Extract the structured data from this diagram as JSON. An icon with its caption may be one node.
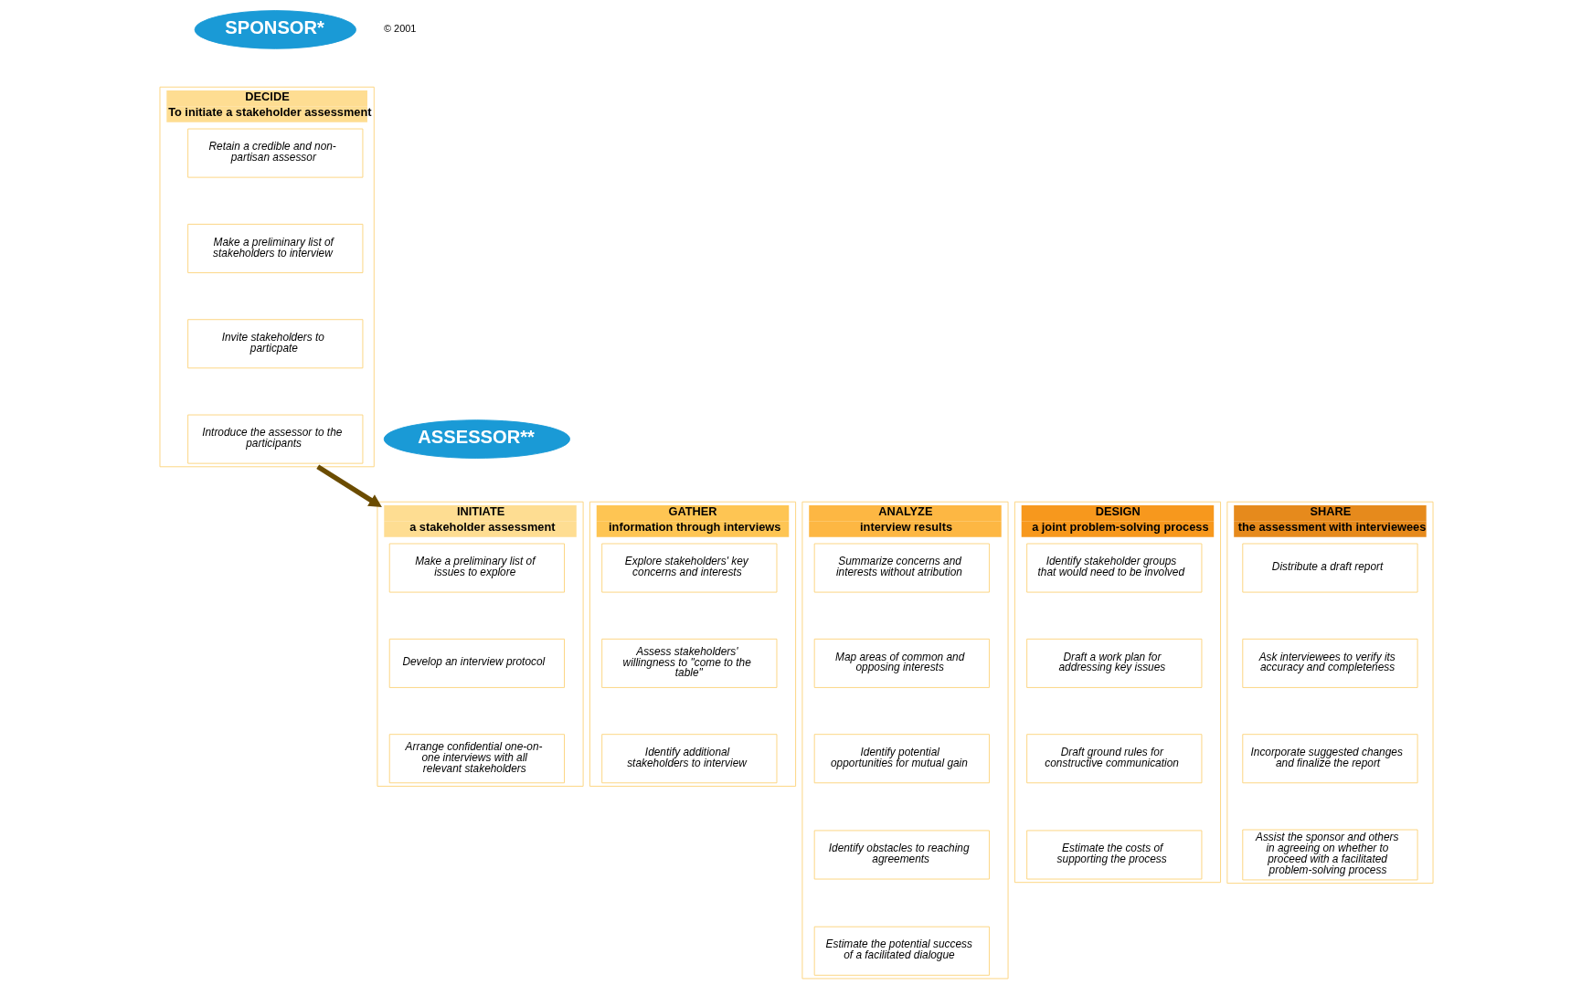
{
  "diagram": {
    "nodes": [
      {
        "text": [
          "SPONSOR*"
        ]
      },
      {
        "text": [
          "DECIDE",
          "To initiate a stakeholder assessment"
        ]
      },
      {
        "text": [
          "Retain a credible and non-partisan assessor"
        ],
        "in": 1
      },
      {
        "text": [
          "Make a preliminary list of stakeholders to interview"
        ],
        "in": 1
      },
      {
        "text": [
          "Invite stakeholders to particpate"
        ],
        "in": 1
      },
      {
        "text": [
          "Introduce the assessor to the participants"
        ],
        "in": 1
      },
      {
        "text": [
          "ASSESSOR**"
        ]
      },
      {
        "text": [
          "INITIATE",
          "a stakeholder assessment"
        ]
      },
      {
        "text": [
          "Make a preliminary list of issues to explore"
        ],
        "in": 7
      },
      {
        "text": [
          "Develop an interview protocol"
        ],
        "in": 7
      },
      {
        "text": [
          "Arrange confidential one-on-one interviews with all relevant stakeholders"
        ],
        "in": 7
      },
      {
        "text": [
          "GATHER",
          "information through interviews"
        ]
      },
      {
        "text": [
          "Explore stakeholders' key concerns and interests"
        ],
        "in": 11
      },
      {
        "text": [
          "Assess stakeholders' willingness to \"come to the table\""
        ],
        "in": 11
      },
      {
        "text": [
          "Identify additional stakeholders to interview"
        ],
        "in": 11
      },
      {
        "text": [
          "ANALYZE",
          "interview results"
        ]
      },
      {
        "text": [
          "Summarize concerns and interests without atribution"
        ],
        "in": 15
      },
      {
        "text": [
          "Map areas of common and opposing interests"
        ],
        "in": 15
      },
      {
        "text": [
          "Identify potential opportunities for mutual gain"
        ],
        "in": 15
      },
      {
        "text": [
          "Identify obstacles to reaching agreements"
        ],
        "in": 15
      },
      {
        "text": [
          "Estimate the potential success of a facilitated dialogue"
        ],
        "in": 15
      },
      {
        "text": [
          "DESIGN",
          "a joint problem-solving process"
        ]
      },
      {
        "text": [
          "Identify stakeholder groups that would need to be involved"
        ],
        "in": 21
      },
      {
        "text": [
          "Draft a work plan for addressing key issues"
        ],
        "in": 21
      },
      {
        "text": [
          "Draft ground rules for constructive communication"
        ],
        "in": 21
      },
      {
        "text": [
          "Estimate the costs of supporting the process"
        ],
        "in": 21
      },
      {
        "text": [
          "SHARE",
          "the assessment with interviewees"
        ]
      },
      {
        "text": [
          "Distribute a draft report"
        ],
        "in": 26
      },
      {
        "text": [
          "Ask interviewees to verify its accuracy and completeness"
        ],
        "in": 26
      },
      {
        "text": [
          "Incorporate suggested changes and finalize the report"
        ],
        "in": 26
      },
      {
        "text": [
          "Assist the sponsor and others in agreeing on whether to proceed with a facilitated problem-solving process"
        ],
        "in": 26
      }
    ],
    "edges": [
      {
        "from": 1,
        "to": 7,
        "arrow": "to",
        "color": "#6b4c00"
      }
    ],
    "labels": [
      "© 2001"
    ]
  }
}
